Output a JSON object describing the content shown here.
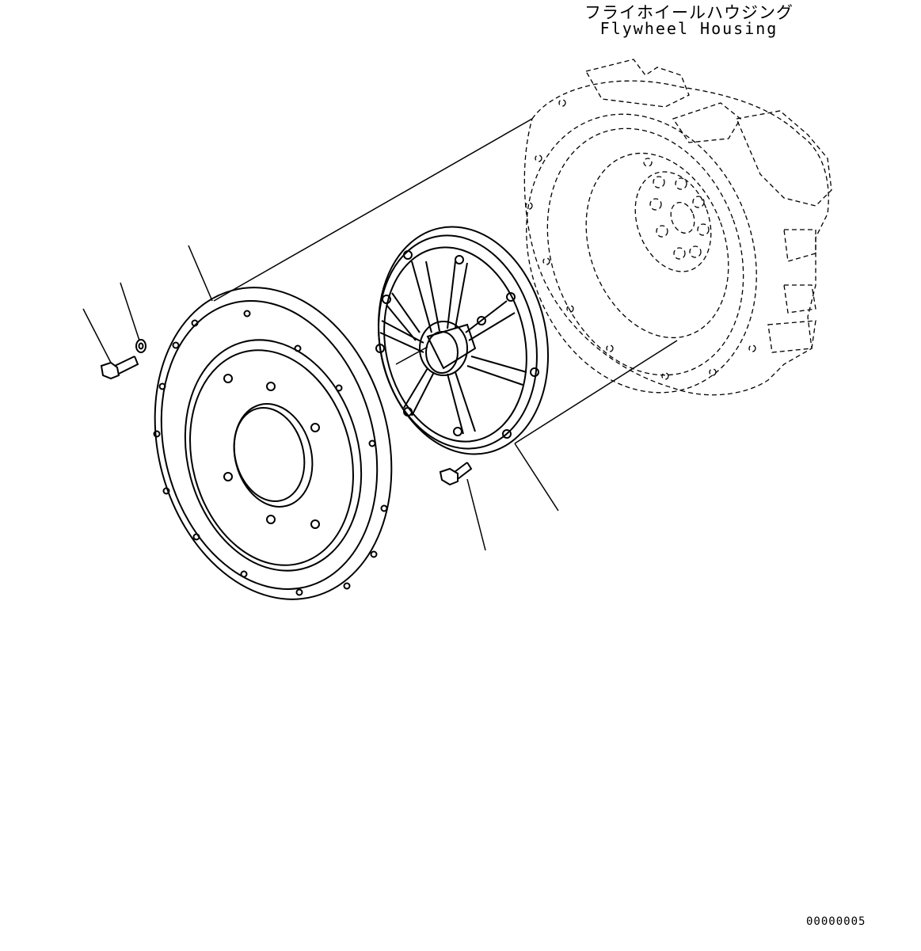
{
  "callout": {
    "label_jp": "フライホイールハウジング",
    "label_en": "Flywheel Housing"
  },
  "drawing_number": "00000005",
  "icons": {
    "housing": "flywheel-housing-icon",
    "plate": "flywheel-plate-icon",
    "coupling": "damper-coupling-icon",
    "bolt": "bolt-icon",
    "washer": "washer-icon"
  }
}
